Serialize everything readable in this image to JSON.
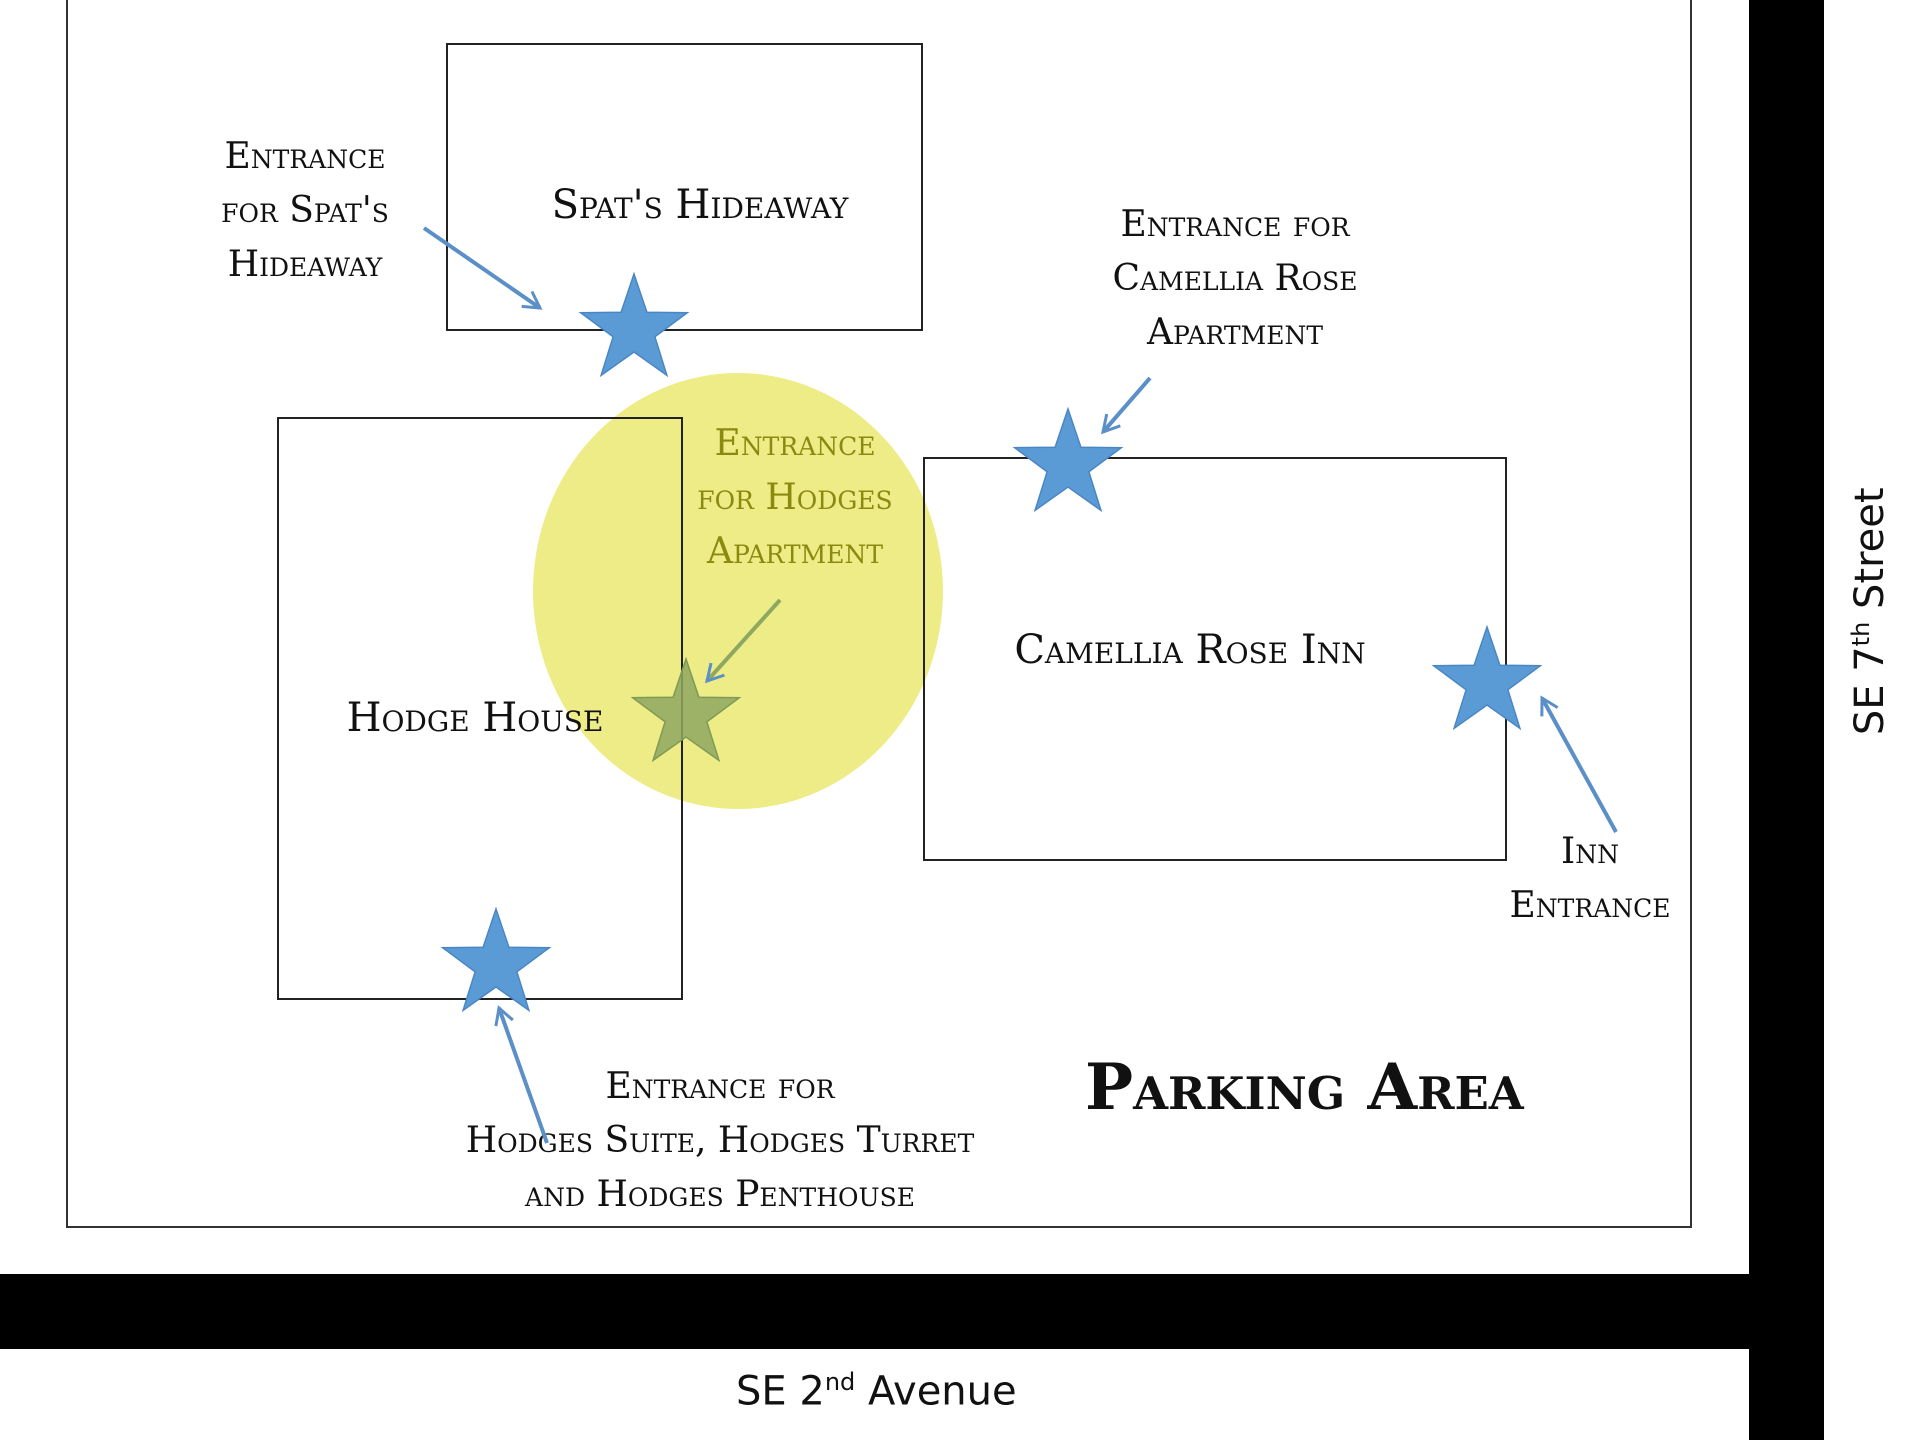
{
  "buildings": {
    "spats_hideaway": "Spat's Hideaway",
    "hodge_house": "Hodge House",
    "camellia_rose_inn": "Camellia Rose Inn"
  },
  "entrances": {
    "spats": [
      "Entrance",
      "for Spat's",
      "Hideaway"
    ],
    "camellia_apartment": [
      "Entrance for",
      "Camellia Rose",
      "Apartment"
    ],
    "hodges_apartment": [
      "Entrance",
      "for Hodges",
      "Apartment"
    ],
    "inn": [
      "Inn",
      "Entrance"
    ],
    "hodges_suites": [
      "Entrance for",
      "Hodges Suite, Hodges Turret",
      "and Hodges Penthouse"
    ]
  },
  "parking_area": "Parking Area",
  "streets": {
    "avenue": {
      "prefix": "SE 2",
      "sup": "nd",
      "suffix": " Avenue"
    },
    "street": {
      "prefix": "SE 7",
      "sup": "th",
      "suffix": " Street"
    }
  },
  "colors": {
    "star": "#5b9bd5",
    "arrow": "#5b8fc7",
    "highlight": "#dedc24",
    "road": "#000000"
  },
  "icons": {
    "entrance_marker": "star-icon",
    "pointer": "arrow-icon"
  }
}
